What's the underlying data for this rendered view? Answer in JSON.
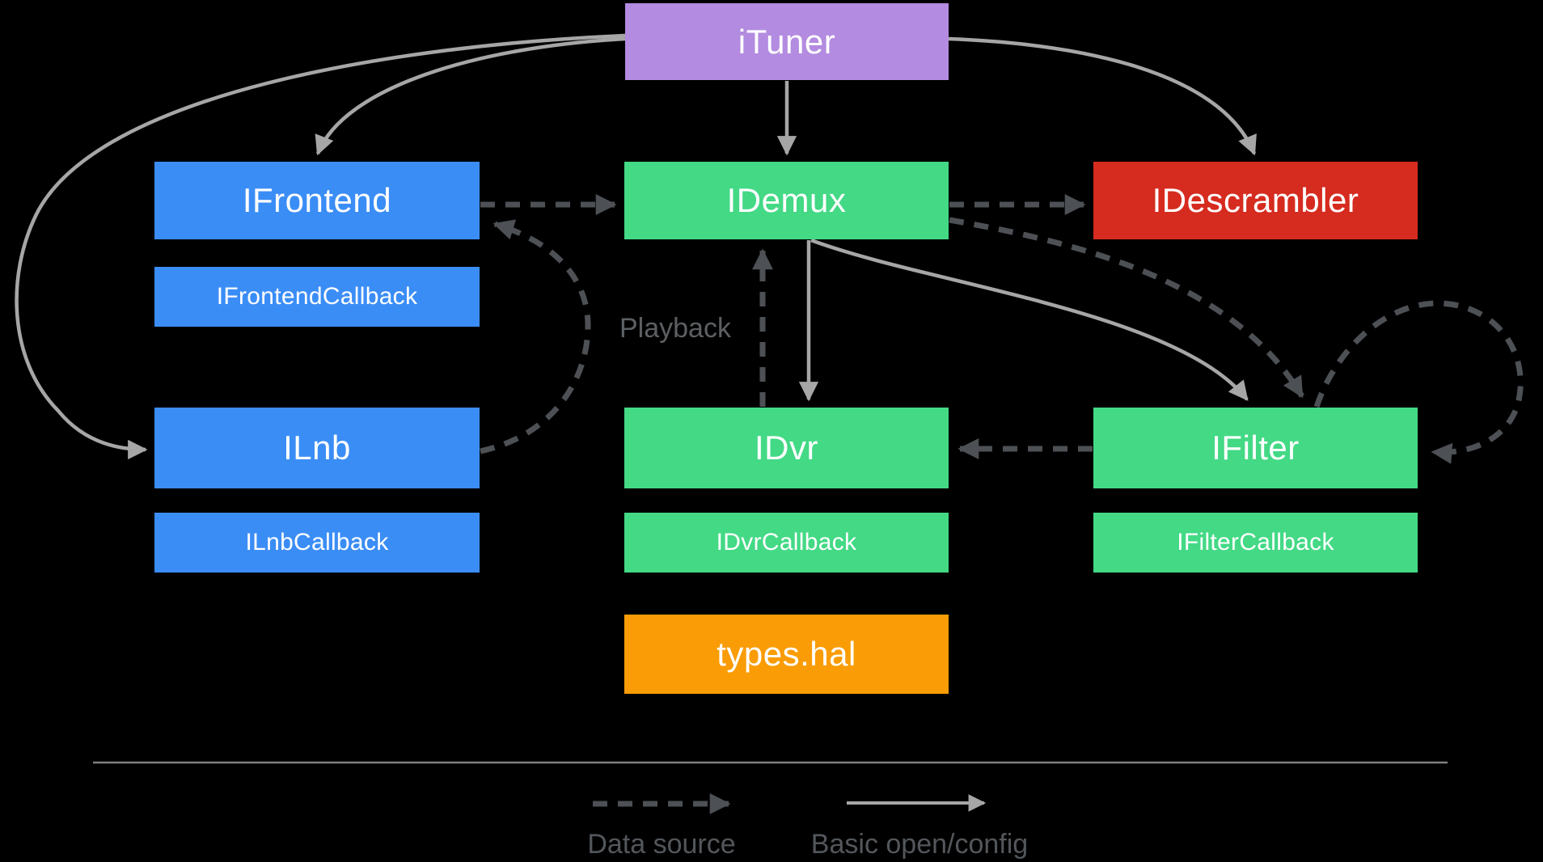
{
  "palette": {
    "background": "#000000",
    "purple": "#B38BE0",
    "blue": "#3B8DF6",
    "green": "#43D985",
    "red": "#D62B1F",
    "orange": "#FA9C05",
    "solid_arrow": "#A6A6A6",
    "dashed_arrow": "#4D5054",
    "label_text": "#5C6063",
    "legend_text": "#53575B",
    "box_text": "#FFFFFF",
    "divider": "#7F7F7F"
  },
  "nodes": {
    "ituner": {
      "label": "iTuner",
      "color": "#B38BE0"
    },
    "ifrontend": {
      "label": "IFrontend",
      "color": "#3B8DF6"
    },
    "idemux": {
      "label": "IDemux",
      "color": "#43D985"
    },
    "idescrambler": {
      "label": "IDescrambler",
      "color": "#D62B1F"
    },
    "ifrontend_callback": {
      "label": "IFrontendCallback",
      "color": "#3B8DF6"
    },
    "ilnb": {
      "label": "ILnb",
      "color": "#3B8DF6"
    },
    "idvr": {
      "label": "IDvr",
      "color": "#43D985"
    },
    "ifilter": {
      "label": "IFilter",
      "color": "#43D985"
    },
    "ilnb_callback": {
      "label": "ILnbCallback",
      "color": "#3B8DF6"
    },
    "idvr_callback": {
      "label": "IDvrCallback",
      "color": "#43D985"
    },
    "ifilter_callback": {
      "label": "IFilterCallback",
      "color": "#43D985"
    },
    "types_hal": {
      "label": "types.hal",
      "color": "#FA9C05"
    }
  },
  "edge_labels": {
    "playback": "Playback"
  },
  "legend": {
    "data_source": "Data source",
    "basic_open_config": "Basic open/config"
  }
}
